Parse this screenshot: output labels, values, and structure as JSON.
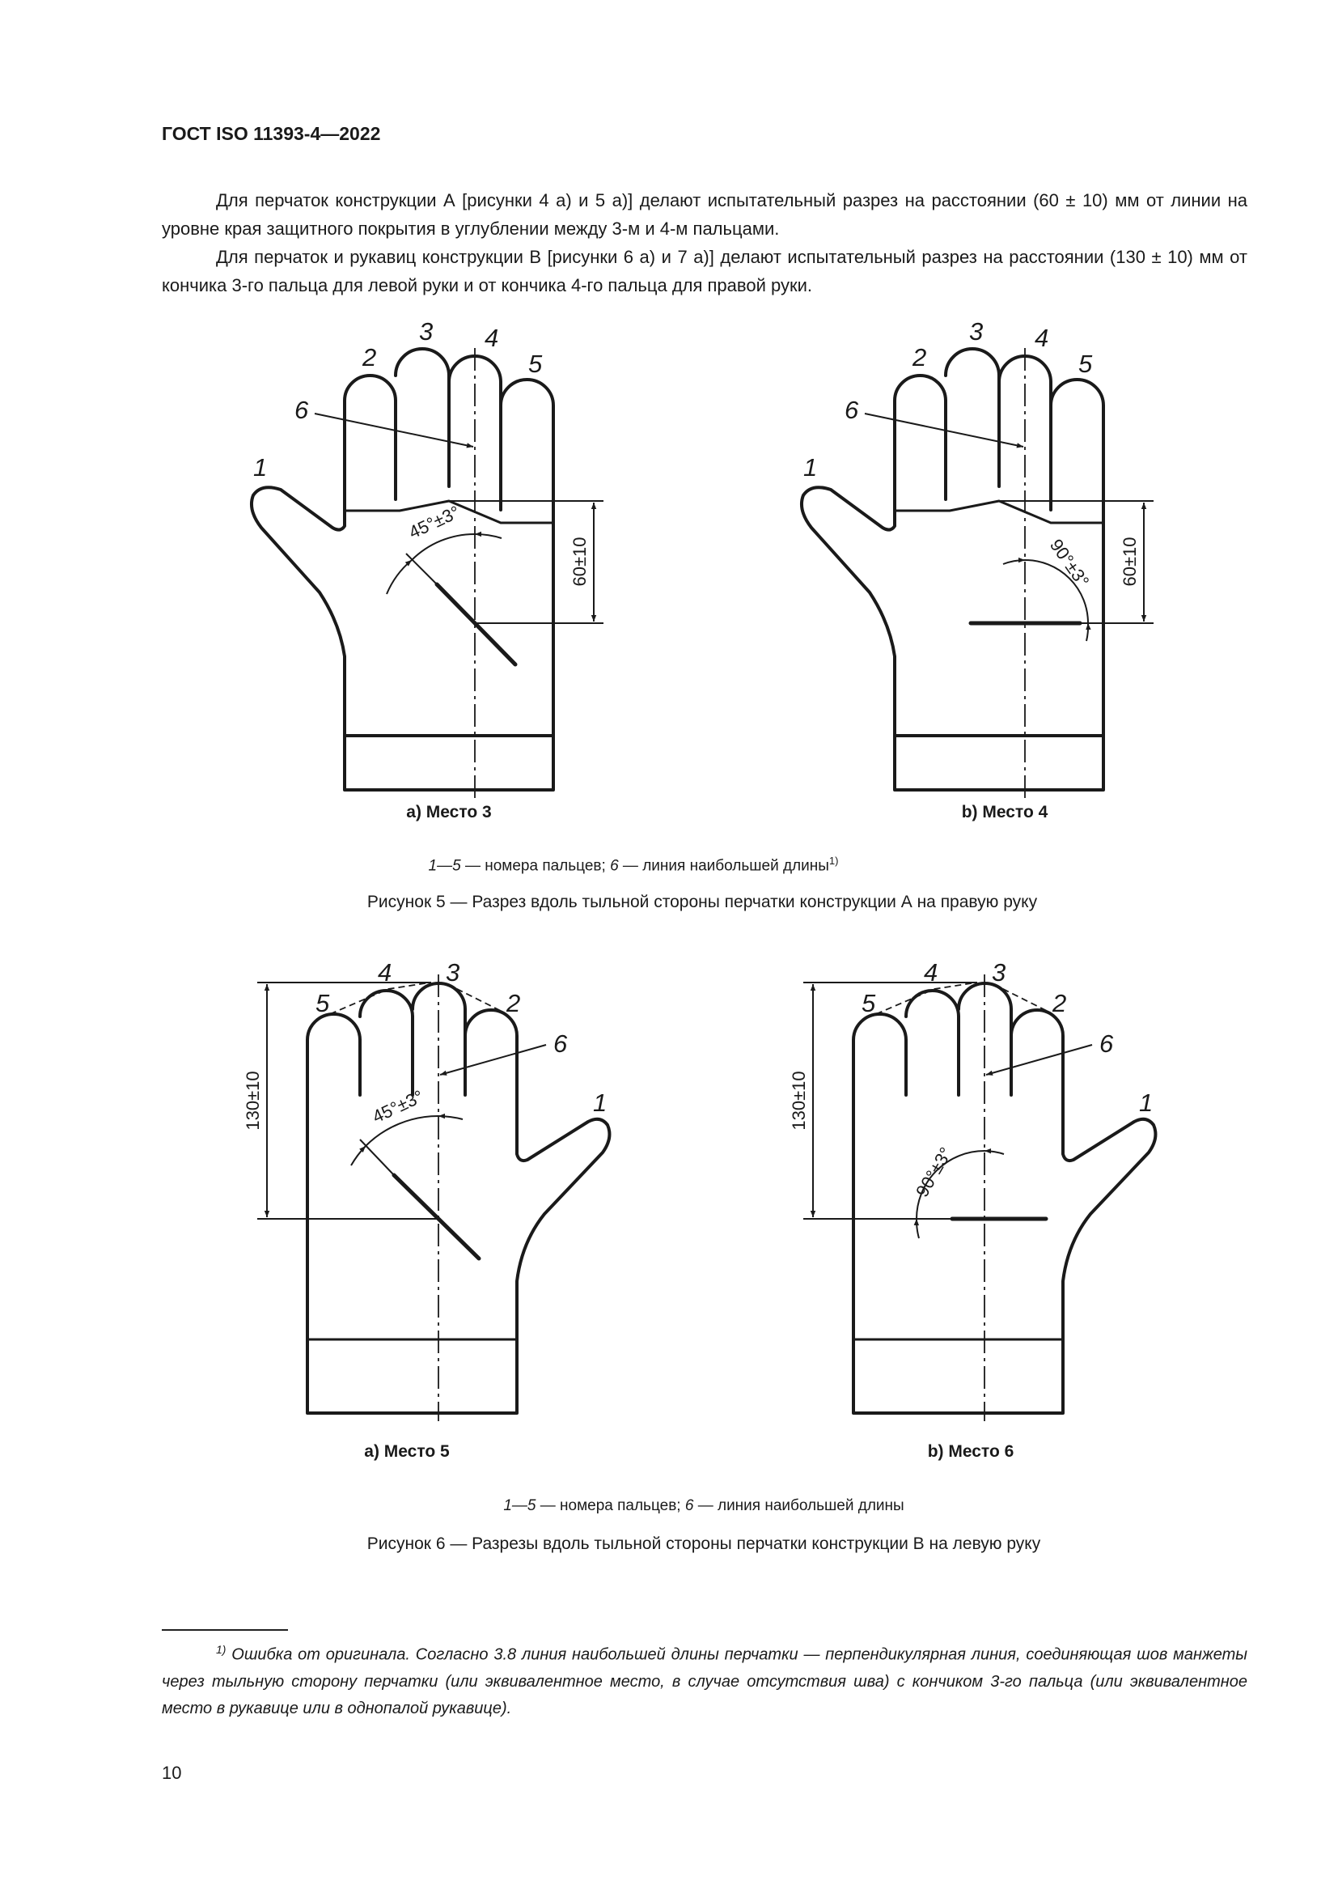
{
  "header": {
    "doc_id": "ГОСТ ISO 11393-4—2022"
  },
  "paragraphs": [
    "Для перчаток конструкции А [рисунки 4 а) и 5 а)] делают испытательный разрез на расстоянии (60 ± 10) мм от линии на уровне края защитного покрытия в углублении между 3-м и 4-м пальцами.",
    "Для перчаток и рукавиц конструкции В [рисунки 6 а) и 7 а)] делают испытательный разрез на расстоянии (130 ± 10) мм от кончика 3-го пальца для левой руки и от кончика 4-го пальца для правой руки."
  ],
  "figure5": {
    "labels": {
      "f1": "1",
      "f2": "2",
      "f3": "3",
      "f4": "4",
      "f5": "5",
      "f6": "6"
    },
    "dimension": "60±10",
    "angle_a": "45°±3°",
    "angle_b": "90°±3°",
    "caption_a": "а) Место 3",
    "caption_b": "b) Место 4",
    "legend": {
      "range": "1—5",
      "range_text": " — номера пальцев; ",
      "six": "6",
      "six_text": " — линия наибольшей длины",
      "note_ref": "1)"
    },
    "title": "Рисунок 5 — Разрез вдоль тыльной стороны перчатки конструкции А на правую руку"
  },
  "figure6": {
    "labels": {
      "f1": "1",
      "f2": "2",
      "f3": "3",
      "f4": "4",
      "f5": "5",
      "f6": "6"
    },
    "dimension": "130±10",
    "angle_a": "45°±3°",
    "angle_b": "90°±3°",
    "caption_a": "а) Место 5",
    "caption_b": "b) Место 6",
    "legend": {
      "range": "1—5",
      "range_text": " — номера пальцев; ",
      "six": "6",
      "six_text": " — линия наибольшей длины"
    },
    "title": "Рисунок 6 — Разрезы вдоль тыльной стороны перчатки конструкции В на левую руку"
  },
  "footnote": {
    "marker": "1)",
    "text": " Ошибка от оригинала. Согласно 3.8 линия наибольшей длины перчатки — перпендикулярная линия, соединяющая шов манжеты через тыльную сторону перчатки (или эквивалентное место, в случае отсутствия шва) с кончиком 3-го пальца (или эквивалентное место в рукавице или в однопалой рукавице)."
  },
  "page_number": "10"
}
